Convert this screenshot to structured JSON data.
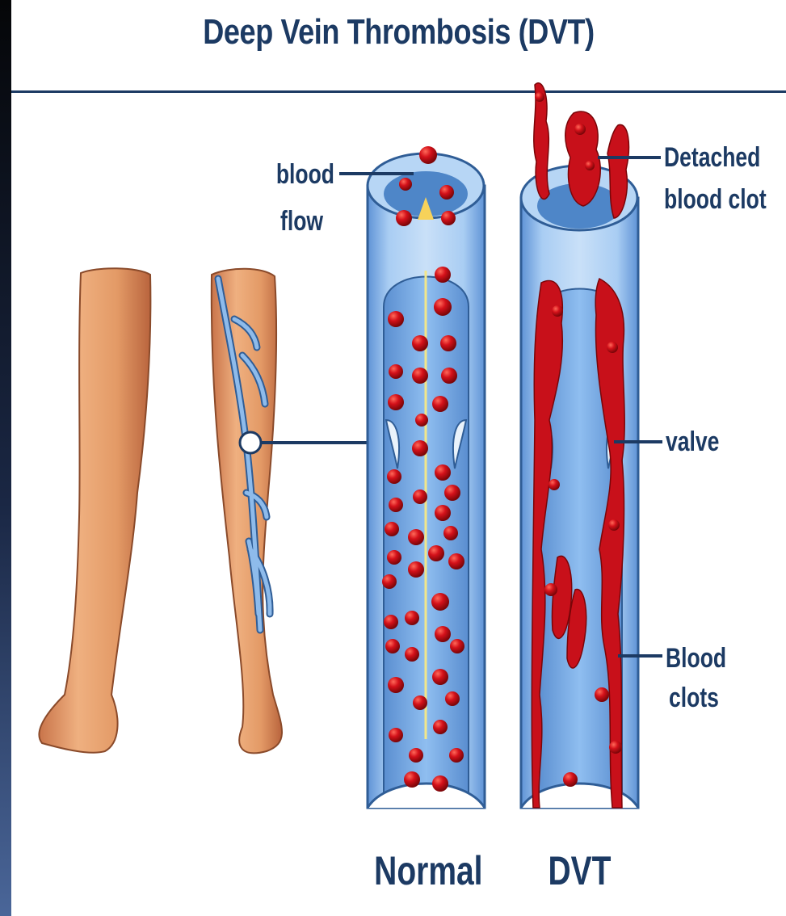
{
  "title": "Deep Vein Thrombosis (DVT)",
  "labels": {
    "blood_flow_line1": "blood",
    "blood_flow_line2": "flow",
    "detached_line1": "Detached",
    "detached_line2": "blood clot",
    "valve": "valve",
    "blood_clots_line1": "Blood",
    "blood_clots_line2": "clots",
    "normal": "Normal",
    "dvt": "DVT"
  },
  "colors": {
    "title": "#1c3a63",
    "vein_blue": "#7aaee6",
    "vein_dark": "#2f5d96",
    "blood_cell": "#d4111a",
    "skin": "#e8a06a"
  },
  "icons": [
    "flow-arrow-icon",
    "leg-illustration",
    "vein-cross-section"
  ]
}
